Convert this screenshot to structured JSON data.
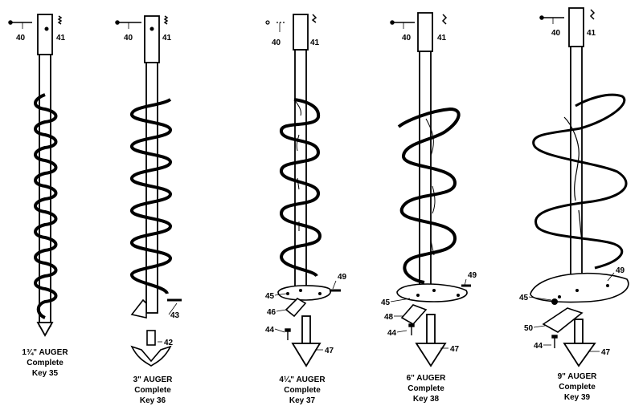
{
  "augers": [
    {
      "id": "auger-35",
      "caption": [
        "1¾\" AUGER",
        "Complete",
        "Key 35"
      ],
      "parts": [
        {
          "num": "40"
        },
        {
          "num": "41"
        }
      ]
    },
    {
      "id": "auger-36",
      "caption": [
        "3\" AUGER",
        "Complete",
        "Key 36"
      ],
      "parts": [
        {
          "num": "40"
        },
        {
          "num": "41"
        },
        {
          "num": "43"
        },
        {
          "num": "42"
        }
      ]
    },
    {
      "id": "auger-37",
      "caption": [
        "4¼\" AUGER",
        "Complete",
        "Key 37"
      ],
      "parts": [
        {
          "num": "40"
        },
        {
          "num": "41"
        },
        {
          "num": "49"
        },
        {
          "num": "45"
        },
        {
          "num": "46"
        },
        {
          "num": "44"
        },
        {
          "num": "47"
        }
      ]
    },
    {
      "id": "auger-38",
      "caption": [
        "6\" AUGER",
        "Complete",
        "Key 38"
      ],
      "parts": [
        {
          "num": "40"
        },
        {
          "num": "41"
        },
        {
          "num": "49"
        },
        {
          "num": "45"
        },
        {
          "num": "48"
        },
        {
          "num": "44"
        },
        {
          "num": "47"
        }
      ]
    },
    {
      "id": "auger-39",
      "caption": [
        "9\" AUGER",
        "Complete",
        "Key 39"
      ],
      "parts": [
        {
          "num": "40"
        },
        {
          "num": "41"
        },
        {
          "num": "49"
        },
        {
          "num": "45"
        },
        {
          "num": "50"
        },
        {
          "num": "44"
        },
        {
          "num": "47"
        }
      ]
    }
  ]
}
